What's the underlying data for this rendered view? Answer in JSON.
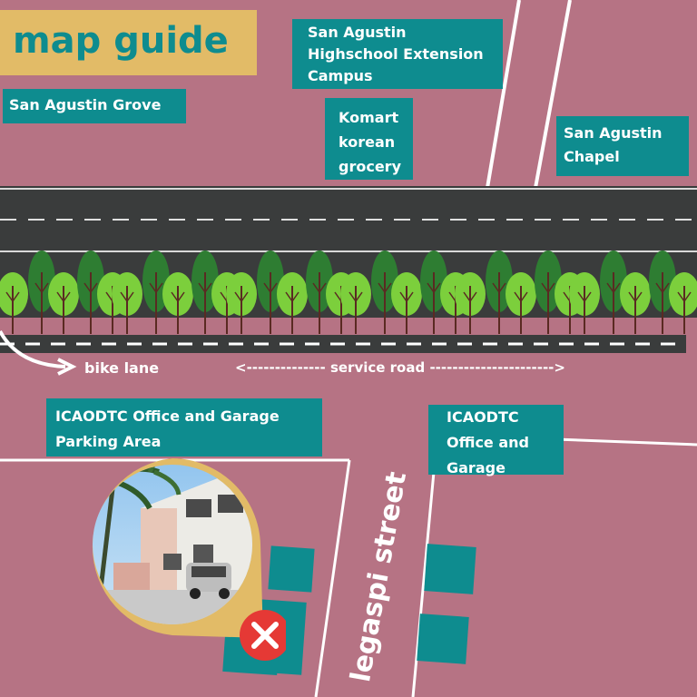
{
  "title": "map guide",
  "labels": {
    "grove": "San Agustin Grove",
    "highschool_line1": "San Agustin",
    "highschool_line2": "Highschool Extension",
    "highschool_line3": "Campus",
    "komart_line1": "Komart",
    "komart_line2": "korean",
    "komart_line3": "grocery",
    "chapel_line1": "San Agustin",
    "chapel_line2": "Chapel",
    "parking_line1": "ICAODTC Office and Garage",
    "parking_line2": "Parking Area",
    "office_line1": "ICAODTC",
    "office_line2": "Office and",
    "office_line3": "Garage"
  },
  "roads": {
    "bike_lane": "bike lane",
    "service_road": "<-------------- service road ---------------------->",
    "street": "legaspi street"
  },
  "colors": {
    "background": "#b67384",
    "label_box": "#0e8c8f",
    "title_box": "#e2bb67",
    "road": "#3a3c3c",
    "tree_light": "#7ccf3c",
    "tree_dark": "#2e7d32",
    "pin_ring": "#e2bb67",
    "no_parking": "#e53935"
  },
  "icons": {
    "no_parking": "x-circle-icon",
    "photo_pin": "location-pin-photo"
  }
}
